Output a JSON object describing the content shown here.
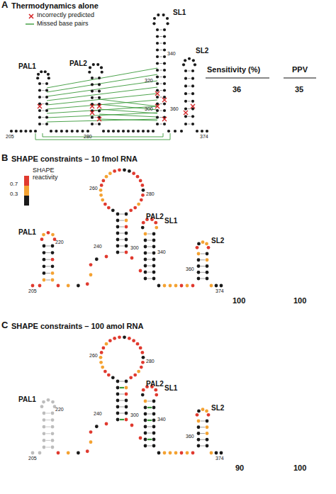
{
  "diagram": {
    "labels": [
      "A",
      "Thermodynamics alone",
      "PAL1",
      "PAL2",
      "SL1",
      "SL2",
      "205",
      "280",
      "300",
      "320",
      "340",
      "360",
      "374",
      "Sensitivity (%)",
      "PPV",
      "36",
      "35",
      "B",
      "SHAPE constraints – 10 fmol RNA",
      "SHAPE reactivity",
      "0.7",
      "0.3",
      "PAL1",
      "PAL2",
      "SL1",
      "SL2",
      "220",
      "240",
      "260",
      "280",
      "300",
      "340",
      "360",
      "205",
      "374",
      "100",
      "100",
      "C",
      "SHAPE constraints – 100 amol RNA",
      "PAL1",
      "PAL2",
      "SL1",
      "SL2",
      "220",
      "240",
      "260",
      "280",
      "300",
      "340",
      "360",
      "205",
      "374",
      "90",
      "100"
    ],
    "legend": [
      {
        "text": "Incorrectly predicted"
      },
      {
        "text": "Missed base pairs"
      }
    ]
  }
}
